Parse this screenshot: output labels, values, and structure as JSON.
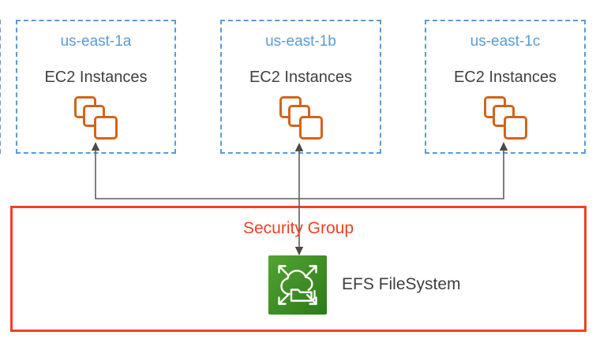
{
  "zones": [
    {
      "region": "us-east-1a",
      "resource_label": "EC2 Instances"
    },
    {
      "region": "us-east-1b",
      "resource_label": "EC2 Instances"
    },
    {
      "region": "us-east-1c",
      "resource_label": "EC2 Instances"
    }
  ],
  "security_group": {
    "label": "Security Group"
  },
  "efs": {
    "label": "EFS FileSystem"
  },
  "icons": {
    "ec2": "ec2-instances-stack-icon",
    "efs": "efs-filesystem-icon"
  },
  "colors": {
    "zone_border": "#5B9BD5",
    "zone_title": "#5B9BD5",
    "text_dark": "#3F3F3F",
    "ec2_orange": "#D2641A",
    "connector_gray": "#5E5E5E",
    "arrowhead_gray": "#4A4A4A",
    "security_red": "#EF4123",
    "efs_green_light": "#52A433",
    "efs_green_dark": "#2D7A18"
  }
}
